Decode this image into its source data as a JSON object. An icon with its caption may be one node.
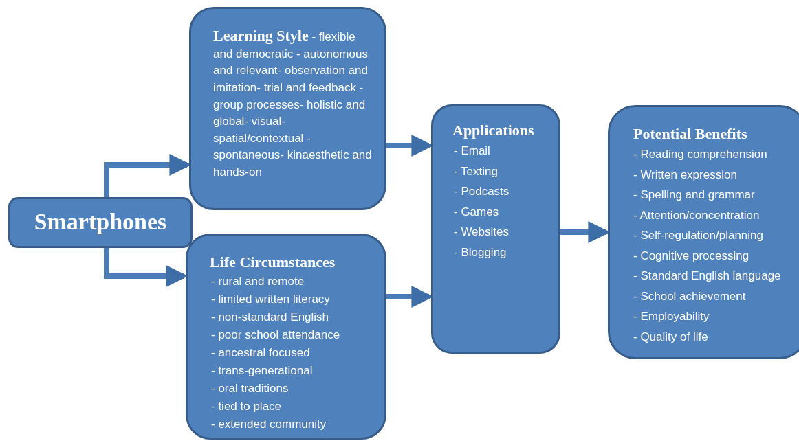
{
  "diagram": {
    "nodes": [
      {
        "text": [
          "Smartphones"
        ]
      },
      {
        "text": [
          "Learning Style",
          "- flexible and democratic - autonomous and relevant- observation and imitation- trial and feedback - group processes- holistic and global- visual-spatial/contextual - spontaneous- kinaesthetic and hands-on"
        ]
      },
      {
        "text": [
          "Life Circumstances",
          "- rural and remote",
          "- limited written literacy",
          "- non-standard English",
          "- poor school attendance",
          "- ancestral focused",
          "- trans-generational",
          "- oral traditions",
          "- tied to place",
          "- extended community"
        ]
      },
      {
        "text": [
          "Applications",
          "- Email",
          "- Texting",
          "- Podcasts",
          "- Games",
          "- Websites",
          "- Blogging"
        ]
      },
      {
        "text": [
          "Potential Benefits",
          "- Reading comprehension",
          "- Written expression",
          "- Spelling and grammar",
          "- Attention/concentration",
          "- Self-regulation/planning",
          "- Cognitive processing",
          "- Standard English language",
          "- School achievement",
          "- Employability",
          "- Quality of life"
        ]
      }
    ],
    "edges": [
      {
        "from": 0,
        "to": 1,
        "arrow": "to"
      },
      {
        "from": 0,
        "to": 2,
        "arrow": "to"
      },
      {
        "from": 1,
        "to": 3,
        "arrow": "to"
      },
      {
        "from": 2,
        "to": 3,
        "arrow": "to"
      },
      {
        "from": 3,
        "to": 4,
        "arrow": "to"
      }
    ]
  }
}
